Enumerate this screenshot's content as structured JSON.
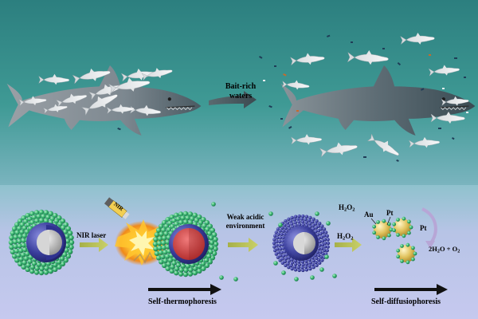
{
  "labels": {
    "bait": [
      "Bait-rich",
      "waters"
    ],
    "nir_tube": "NIR",
    "nir_laser": "NIR laser",
    "weak_acidic": [
      "Weak acidic",
      "environment"
    ],
    "h2o2_a": {
      "main": "H",
      "s1": "2",
      "mid": "O",
      "s2": "2"
    },
    "h2o2_b": {
      "main": "H",
      "s1": "2",
      "mid": "O",
      "s2": "2"
    },
    "au": "Au",
    "pt_1": "Pt",
    "pt_2": "Pt",
    "products": {
      "a": "2H",
      "s1": "2",
      "b": "O + O",
      "s2": "2"
    },
    "self_thermo": "Self-thermophoresis",
    "self_diffusio": "Self-diffusiophoresis"
  },
  "colors": {
    "sea_top": "#2c7f7f",
    "sea_mid": "#3f9a95",
    "sea_bottom": "#9ecad8",
    "bottom_panel": "#bfc6ea",
    "shark_dark": "#3c4f57",
    "shark_light": "#a9adb3",
    "shell_green": "#2fa86a",
    "core_blue": "#383a96",
    "core_grey": "#b9b9b9",
    "core_red": "#d24040",
    "sphere_gold": "#d4b54a",
    "arrow_green": "#b9c25a"
  }
}
